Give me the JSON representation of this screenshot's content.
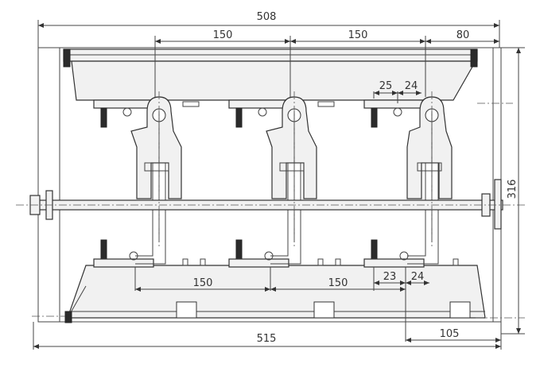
{
  "dimensions": {
    "overall_top": "508",
    "pitch_top_1": "150",
    "pitch_top_2": "150",
    "offset_right_top": "80",
    "offset_25": "25",
    "offset_24_top": "24",
    "height_right": "316",
    "pitch_bottom_1": "150",
    "pitch_bottom_2": "150",
    "offset_23": "23",
    "offset_24_bottom": "24",
    "offset_right_bottom": "105",
    "overall_bottom": "515"
  }
}
